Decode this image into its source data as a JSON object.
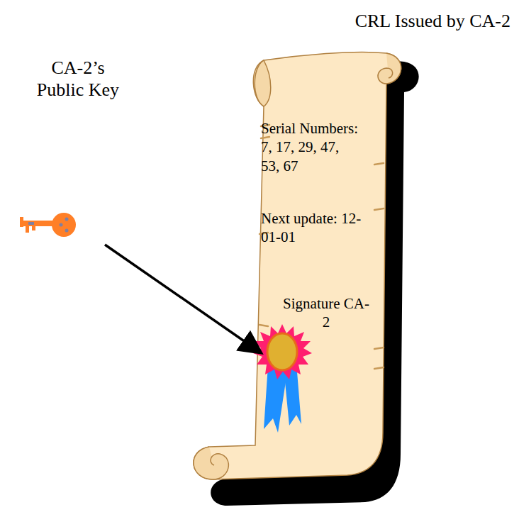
{
  "diagram": {
    "title": "CRL Issued by CA-2",
    "nodes": [
      {
        "text": [
          "Serial Numbers: 7, 17, 29, 47, 53, 67",
          "Next update: 12-01-01",
          "Signature CA-2"
        ]
      }
    ],
    "labels": [
      "CA-2’s Public Key"
    ]
  }
}
